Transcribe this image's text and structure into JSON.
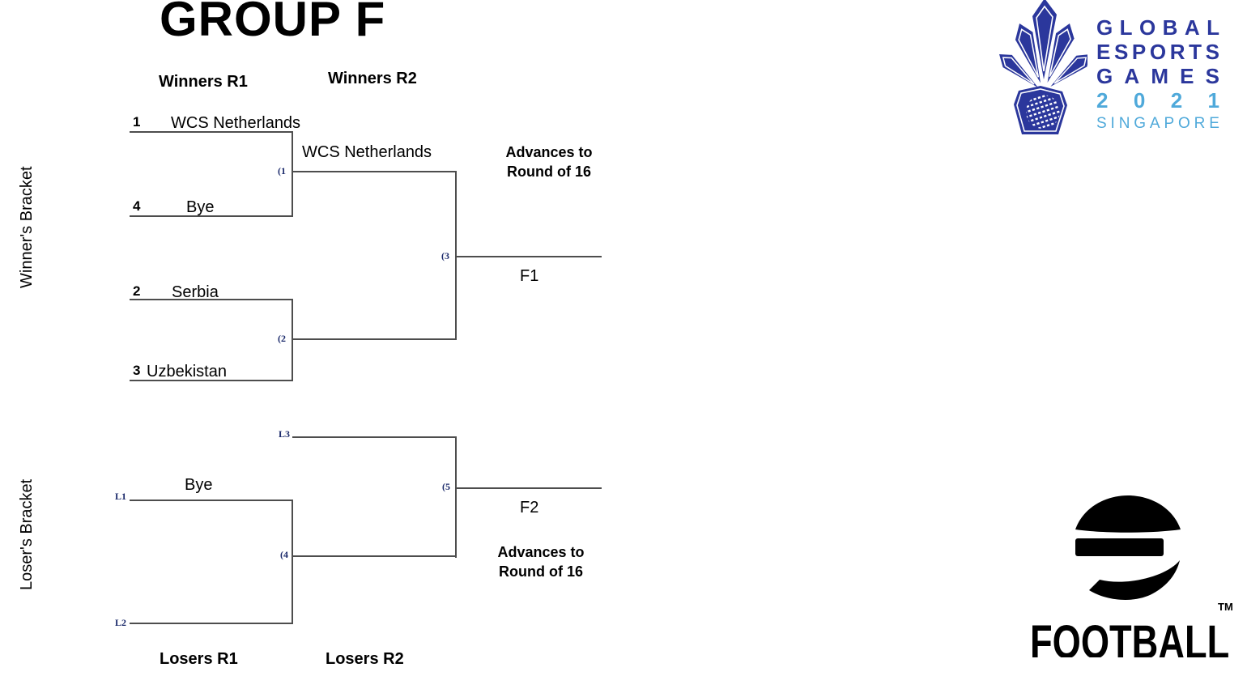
{
  "page": {
    "title": "GROUP F"
  },
  "winners": {
    "bracket_label": "Winner's Bracket",
    "round1_header": "Winners R1",
    "round2_header": "Winners R2",
    "seeds": [
      {
        "seed": "1",
        "team": "WCS Netherlands"
      },
      {
        "seed": "4",
        "team": "Bye"
      },
      {
        "seed": "2",
        "team": "Serbia"
      },
      {
        "seed": "3",
        "team": "Uzbekistan"
      }
    ],
    "match1_label": "(1",
    "match2_label": "(2",
    "match3_label": "(3",
    "match1_winner": "WCS Netherlands",
    "advance_line1": "Advances to",
    "advance_line2": "Round of 16",
    "slot": "F1"
  },
  "losers": {
    "bracket_label": "Loser's Bracket",
    "round1_header": "Losers R1",
    "round2_header": "Losers R2",
    "entry_l1": "L1",
    "entry_l2": "L2",
    "entry_l3": "L3",
    "l1_team": "Bye",
    "match4_label": "(4",
    "match5_label": "(5",
    "advance_line1": "Advances to",
    "advance_line2": "Round of 16",
    "slot": "F2"
  },
  "geg_logo": {
    "lines": [
      {
        "text": "GLOBAL"
      },
      {
        "text": "ESPORTS"
      },
      {
        "text": "GAMES"
      },
      {
        "text": "2021"
      },
      {
        "text": "SINGAPORE"
      }
    ],
    "navy_color": "#2b379c",
    "sky_color": "#4fa9da",
    "crown_icon": "geg-crown-shield-globe"
  },
  "efootball_logo": {
    "ball_icon": "efootball-e-ball",
    "wordmark": "FOOTBALL",
    "tm": "TM",
    "color": "#000000"
  },
  "colors": {
    "bracket_line": "#4d4d4d",
    "match_label_navy": "#1b2a6b"
  }
}
